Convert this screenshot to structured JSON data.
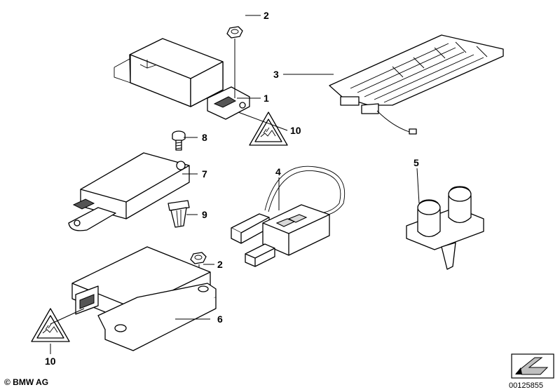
{
  "diagram": {
    "title": "Airbag control unit / sensors parts diagram",
    "callouts": [
      {
        "id": "c1",
        "label": "1",
        "part": "airbag-control-unit"
      },
      {
        "id": "c2a",
        "label": "2",
        "part": "hex-nut"
      },
      {
        "id": "c2b",
        "label": "2",
        "part": "hex-nut"
      },
      {
        "id": "c3",
        "label": "3",
        "part": "seat-occupancy-sensor-mat"
      },
      {
        "id": "c4",
        "label": "4",
        "part": "adapter-lead"
      },
      {
        "id": "c5",
        "label": "5",
        "part": "double-cable-clip"
      },
      {
        "id": "c6",
        "label": "6",
        "part": "satellite-sensor-unit"
      },
      {
        "id": "c7",
        "label": "7",
        "part": "side-impact-sensor"
      },
      {
        "id": "c8",
        "label": "8",
        "part": "screw"
      },
      {
        "id": "c9",
        "label": "9",
        "part": "expanding-nut"
      },
      {
        "id": "c10a",
        "label": "10",
        "part": "warning-label"
      },
      {
        "id": "c10b",
        "label": "10",
        "part": "warning-label"
      }
    ]
  },
  "footer": {
    "copyright": "© BMW AG",
    "diagram_number": "00125855",
    "icon": "navigation-arrow-icon"
  }
}
